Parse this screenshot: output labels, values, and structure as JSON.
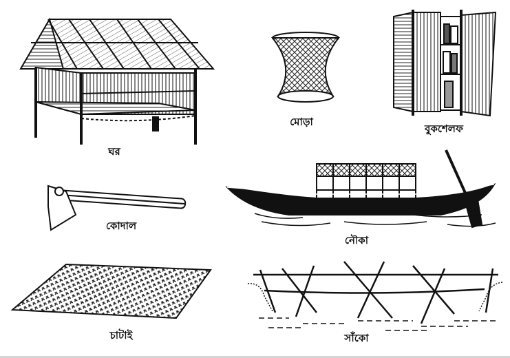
{
  "figure": {
    "items": [
      {
        "id": "house",
        "label": "ঘর",
        "icon": "stilt-house-illustration"
      },
      {
        "id": "stool",
        "label": "মোড়া",
        "icon": "cane-stool-illustration"
      },
      {
        "id": "bookshelf",
        "label": "বুকশেলফ",
        "icon": "bamboo-bookshelf-illustration"
      },
      {
        "id": "spade",
        "label": "কোদাল",
        "icon": "spade-illustration"
      },
      {
        "id": "boat",
        "label": "নৌকা",
        "icon": "boat-illustration"
      },
      {
        "id": "mat",
        "label": "চাটাই",
        "icon": "woven-mat-illustration"
      },
      {
        "id": "bridge",
        "label": "সাঁকো",
        "icon": "bamboo-bridge-illustration"
      }
    ]
  }
}
